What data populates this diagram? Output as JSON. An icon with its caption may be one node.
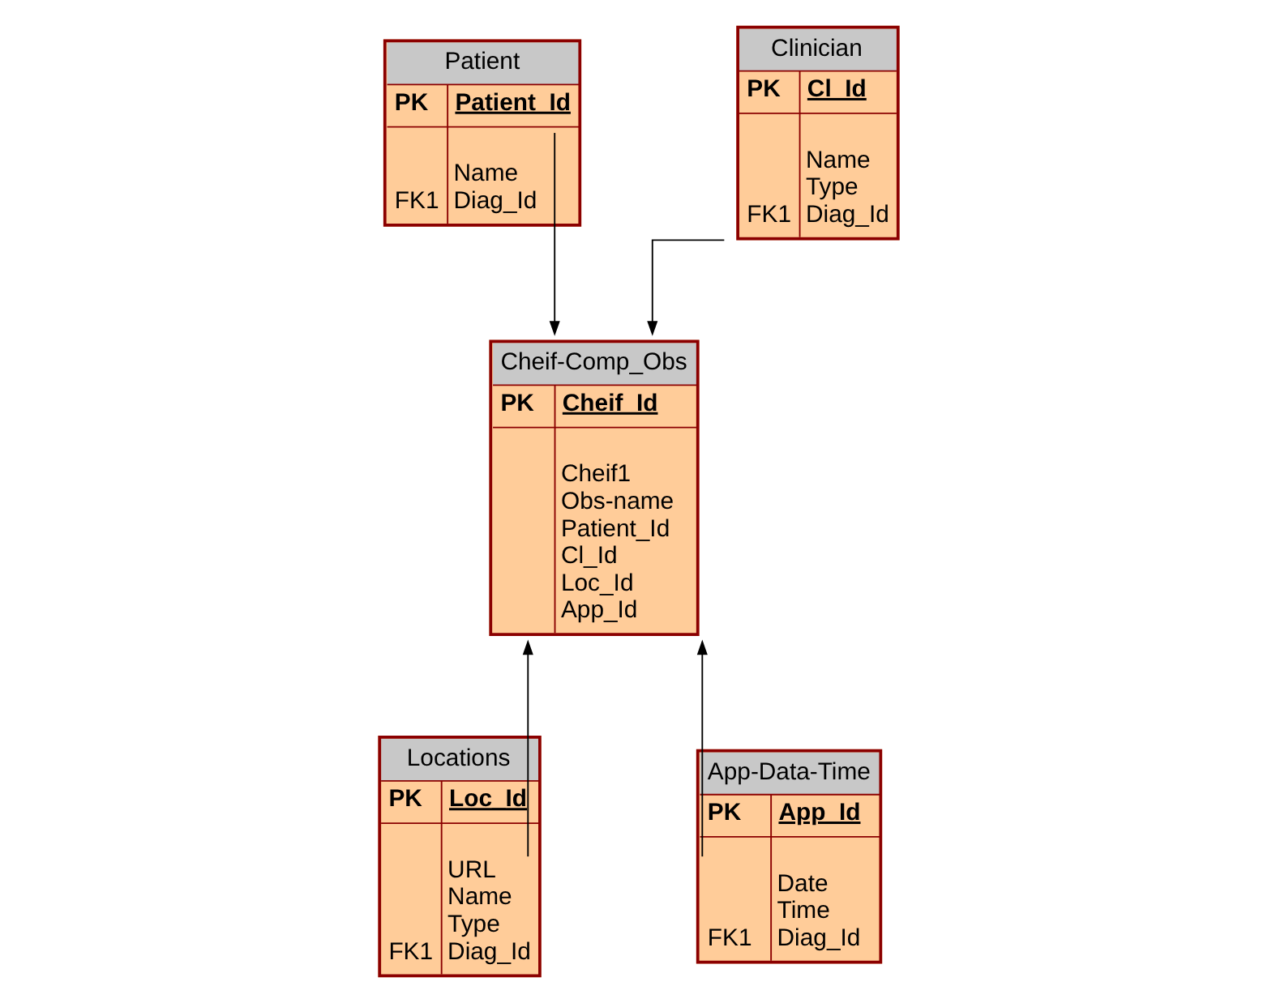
{
  "diagram": {
    "nodes": [
      {
        "text": [
          "Patient",
          "PK",
          "Patient_Id",
          "Name",
          "FK1",
          "Diag_Id"
        ]
      },
      {
        "text": [
          "Clinician",
          "PK",
          "Cl_Id",
          "Name",
          "Type",
          "FK1",
          "Diag_Id"
        ]
      },
      {
        "text": [
          "Cheif-Comp_Obs",
          "PK",
          "Cheif_Id",
          "Cheif1",
          "Obs-name",
          "Patient_Id",
          "Cl_Id",
          "Loc_Id",
          "App_Id"
        ]
      },
      {
        "text": [
          "Locations",
          "PK",
          "Loc_Id",
          "URL",
          "Name",
          "Type",
          "FK1",
          "Diag_Id"
        ]
      },
      {
        "text": [
          "App-Data-Time",
          "PK",
          "App_Id",
          "Date",
          "Time",
          "FK1",
          "Diag_Id"
        ]
      }
    ],
    "edges": [
      {
        "from": 0,
        "to": 2,
        "arrow": "to"
      },
      {
        "from": 1,
        "to": 2,
        "arrow": "to"
      },
      {
        "from": 3,
        "to": 2,
        "arrow": "to"
      },
      {
        "from": 4,
        "to": 2,
        "arrow": "to"
      }
    ]
  }
}
